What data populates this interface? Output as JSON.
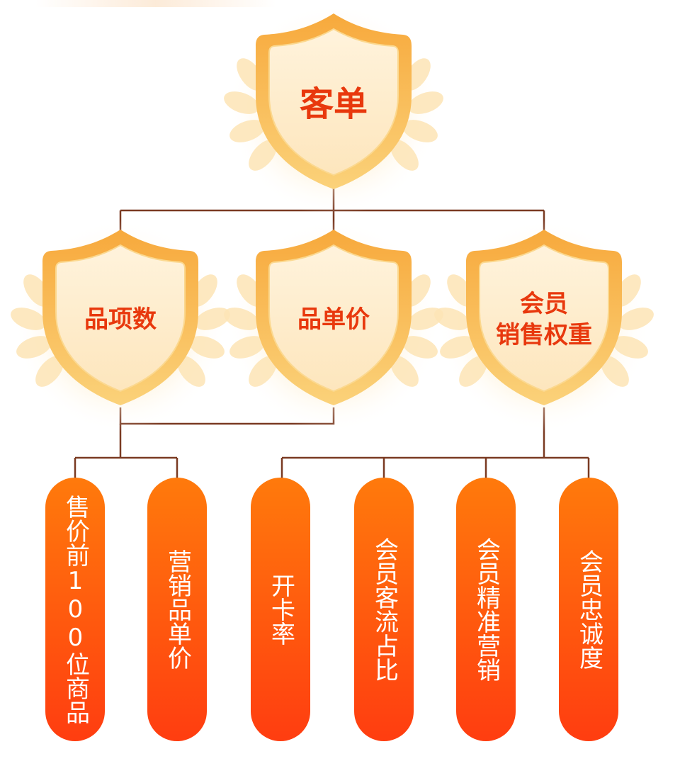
{
  "diagram": {
    "root": {
      "label": "客单"
    },
    "level2": [
      {
        "id": "items",
        "lines": [
          "品项数"
        ]
      },
      {
        "id": "price",
        "lines": [
          "品单价"
        ]
      },
      {
        "id": "member",
        "lines": [
          "会员",
          "销售权重"
        ]
      }
    ],
    "level3": [
      {
        "text": "售价前100位商品"
      },
      {
        "text": "营销品单价"
      },
      {
        "text": "开卡率"
      },
      {
        "text": "会员客流占比"
      },
      {
        "text": "会员精准营销"
      },
      {
        "text": "会员忠诚度"
      }
    ]
  },
  "colors": {
    "line": "#7a3a22",
    "shield_outer": "#f8b84e",
    "shield_inner": "#fde8c2",
    "label": "#e8380d",
    "pill_top": "#ff7a0c",
    "pill_bottom": "#ff3d10"
  }
}
